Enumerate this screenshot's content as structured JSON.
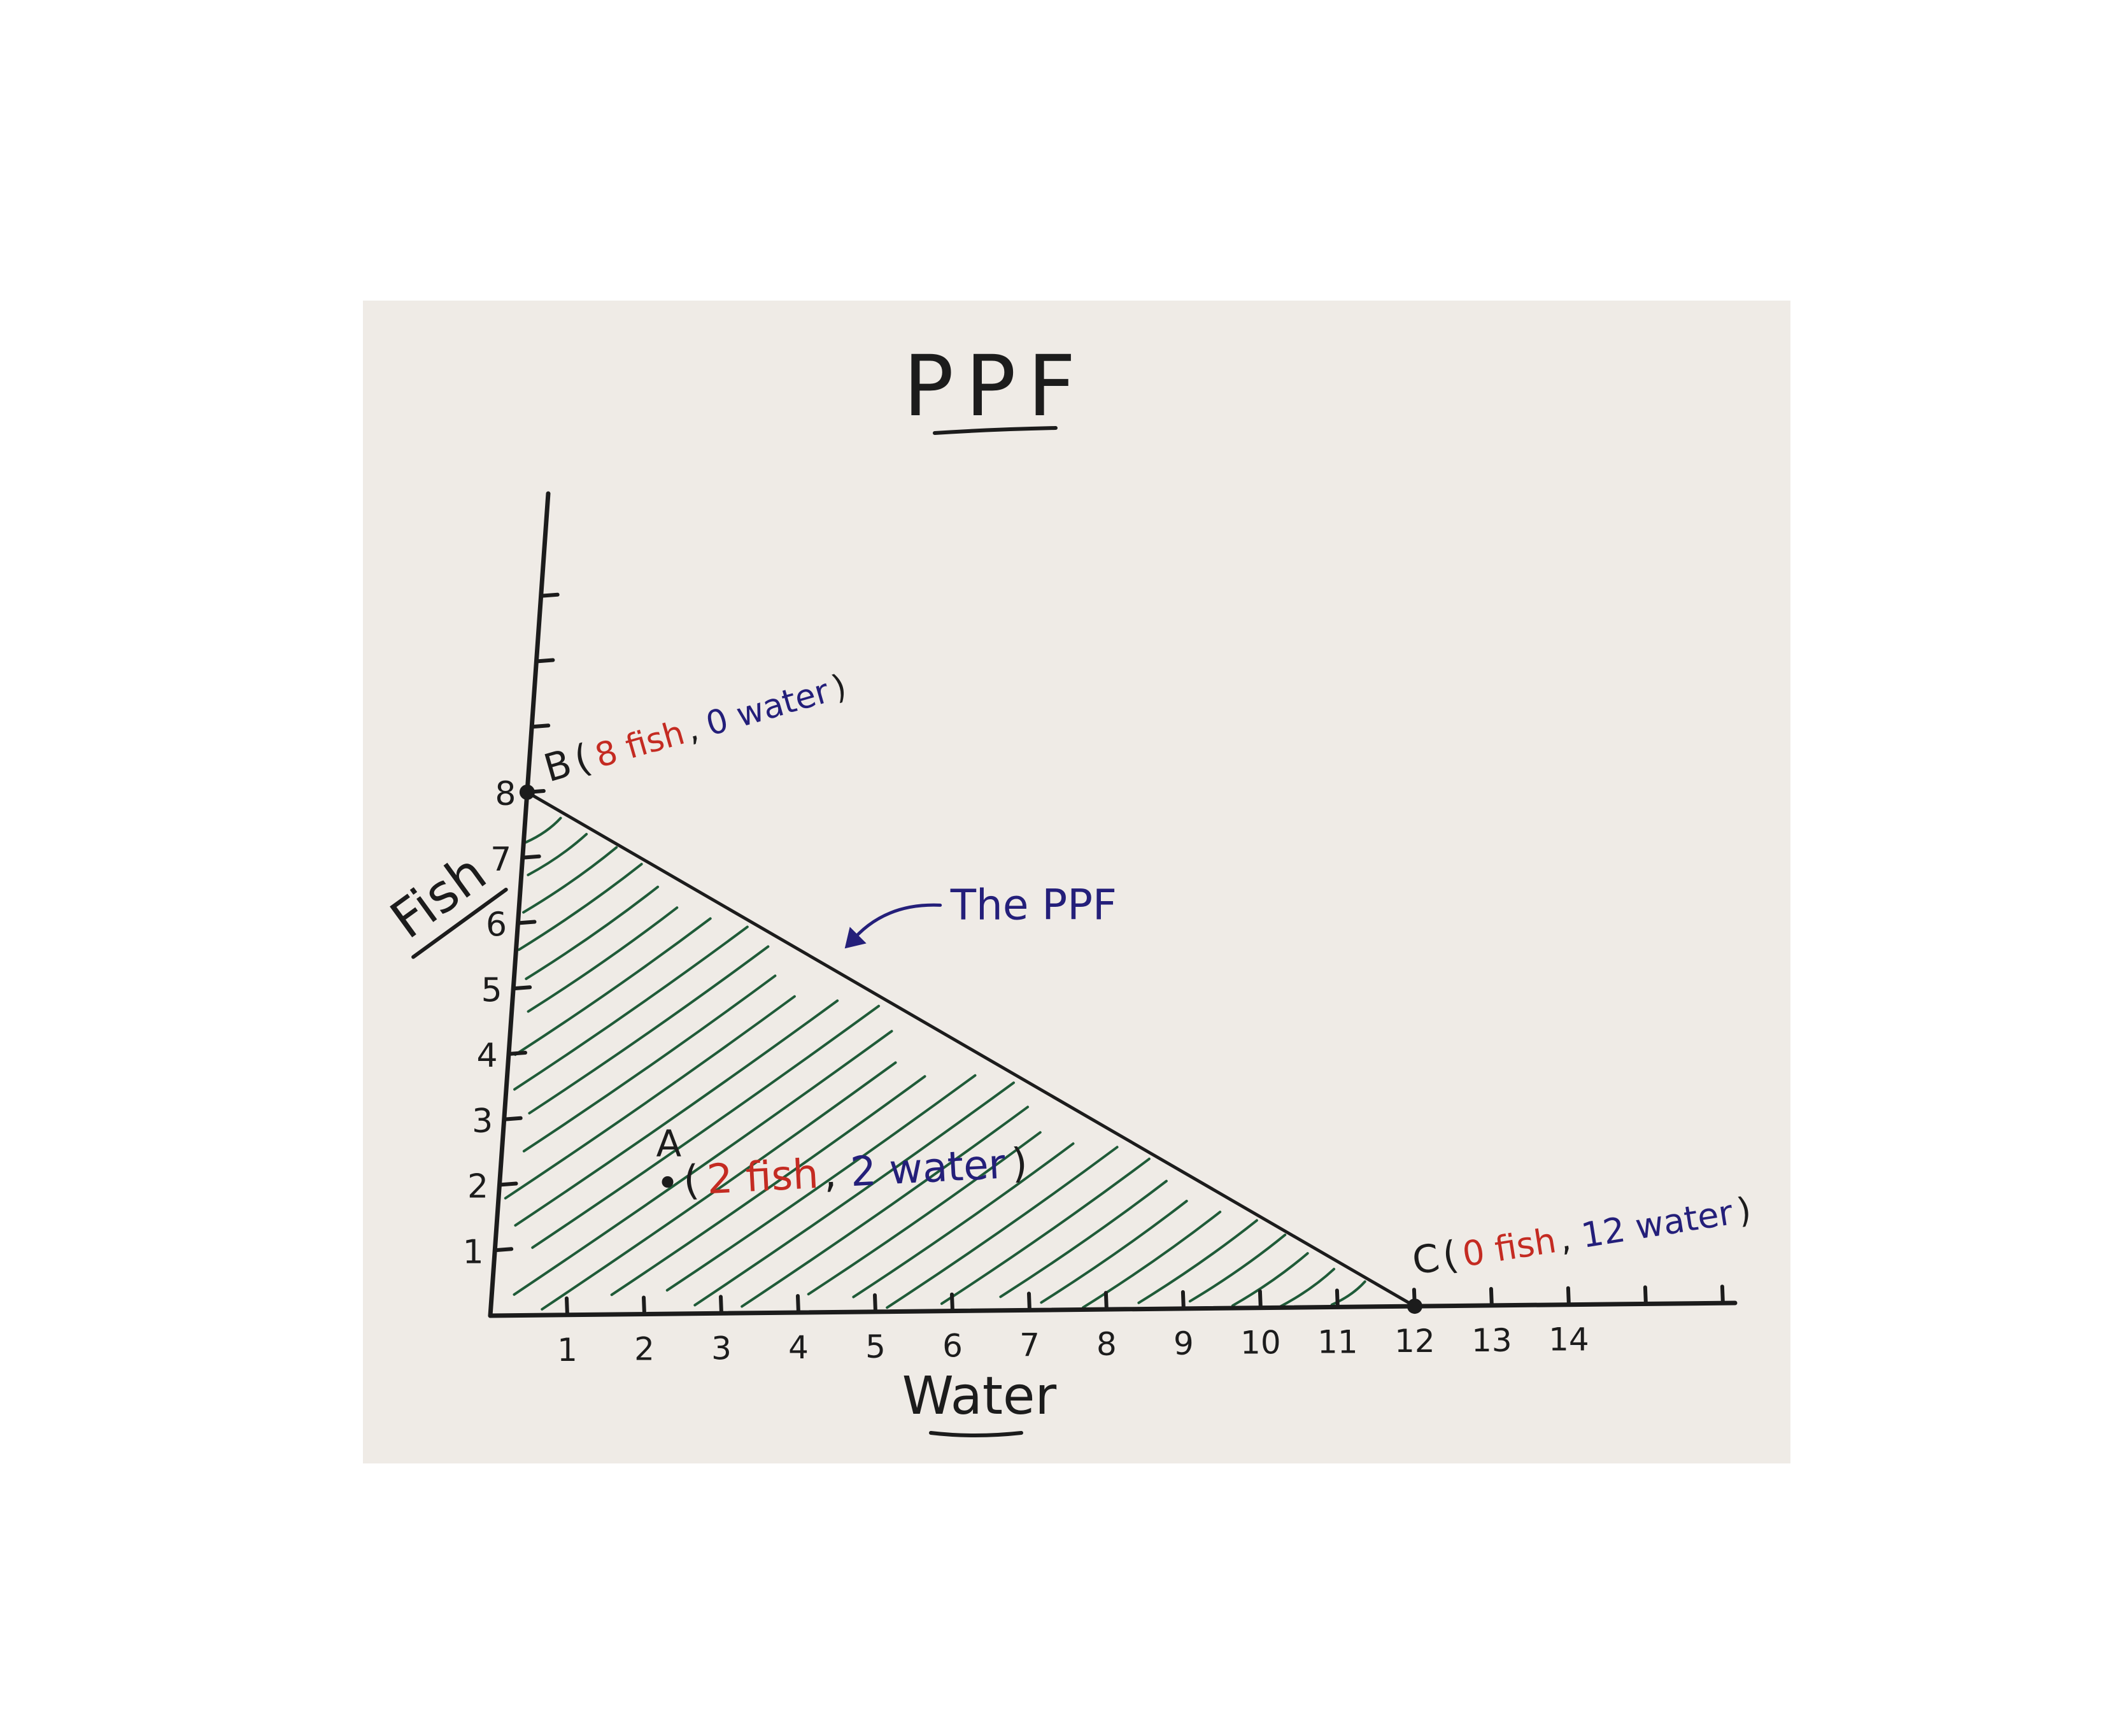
{
  "chart_data": {
    "type": "line",
    "title": "PPF",
    "xlabel": "Water",
    "ylabel": "Fish",
    "x_ticks": [
      "1",
      "2",
      "3",
      "4",
      "5",
      "6",
      "7",
      "8",
      "9",
      "10",
      "11",
      "12",
      "13",
      "14"
    ],
    "y_ticks": [
      "1",
      "2",
      "3",
      "4",
      "5",
      "6",
      "7",
      "8"
    ],
    "xlim": [
      0,
      16
    ],
    "ylim": [
      0,
      11
    ],
    "grid": false,
    "legend": "none",
    "series": [
      {
        "points": [
          {
            "x": 0,
            "y": 8
          },
          {
            "x": 12,
            "y": 0
          }
        ],
        "shaded_region_below": true
      }
    ],
    "points": [
      {
        "label": "A",
        "x": 2,
        "y": 2,
        "desc_open": "(",
        "fish_text": "2 fish",
        "sep": ",",
        "water_text": "2 water",
        "desc_close": ")"
      },
      {
        "label": "B",
        "x": 0,
        "y": 8,
        "desc_open": "(",
        "fish_text": "8 fish",
        "sep": ",",
        "water_text": "0 water",
        "desc_close": ")"
      },
      {
        "label": "C",
        "x": 12,
        "y": 0,
        "desc_open": "(",
        "fish_text": "0 fish",
        "sep": ",",
        "water_text": "12 water",
        "desc_close": ")"
      }
    ],
    "annotation": {
      "text": "The PPF",
      "target": {
        "x": 4.2,
        "y": 5.6
      }
    },
    "colors": {
      "ink": "#1c1c1c",
      "fish": "#c42b22",
      "water": "#241f7a",
      "hatch": "#1f5b38",
      "paper": "#efebe6",
      "background": "#ffffff"
    }
  }
}
